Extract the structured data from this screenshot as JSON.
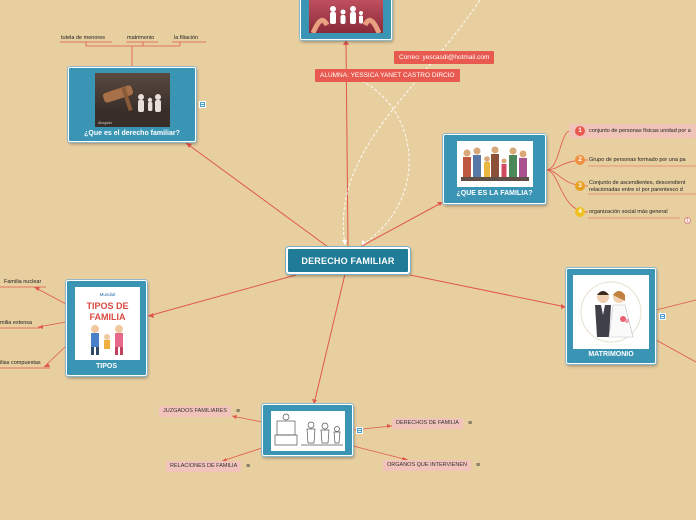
{
  "central": {
    "title": "DERECHO FAMILIAR"
  },
  "tags": {
    "email": "Correo: yescasdi@hotmail.com",
    "alumna": "ALUMNA: YESSICA YANET CASTRO DIRCIO"
  },
  "topics": {
    "derecho": {
      "title": "¿Que es el derecho familiar?",
      "subs": [
        "tutela de menores",
        "matrimonio",
        "la filiación"
      ],
      "image_caption": "Abogado"
    },
    "familia": {
      "title": "¿QUE ES LA FAMILIA?",
      "items": [
        {
          "num": "1",
          "text": "conjunto de personas físicas unidad  por a",
          "color": "#e85a4f"
        },
        {
          "num": "2",
          "text": "Grupo de personas formado por una pa",
          "color": "#f09040"
        },
        {
          "num": "3",
          "text": "Conjunto de ascendientes, descendient\nrelacionadas entre sí por parentesco d",
          "color": "#e8a020"
        },
        {
          "num": "4",
          "text": "organización social más general",
          "color": "#f0c020"
        }
      ],
      "collapsed_count": "1"
    },
    "matrimonio": {
      "title": "MATRIMONIO"
    },
    "tipos": {
      "title": "TIPOS",
      "image_text": "TIPOS DE FAMILIA",
      "image_brand": "Mundial",
      "subs": [
        "Familia nuclear",
        "milia extensa",
        "ilias compuestas"
      ]
    },
    "organos": {
      "subs": [
        "JUZGADOS FAMILIARES",
        "RELACIONES DE FAMILIA",
        "DERECHOS DE FAMILIA",
        "ORGANOS QUE INTERVIENEN"
      ]
    }
  },
  "icons": {
    "note": "note-icon",
    "menu": "≡",
    "menu_glyph": "☰"
  },
  "colors": {
    "background": "#e8cfa0",
    "card": "#3a94b4",
    "central": "#1f7b98",
    "connector": "#e85a4f",
    "tag": "#e85a4f"
  }
}
